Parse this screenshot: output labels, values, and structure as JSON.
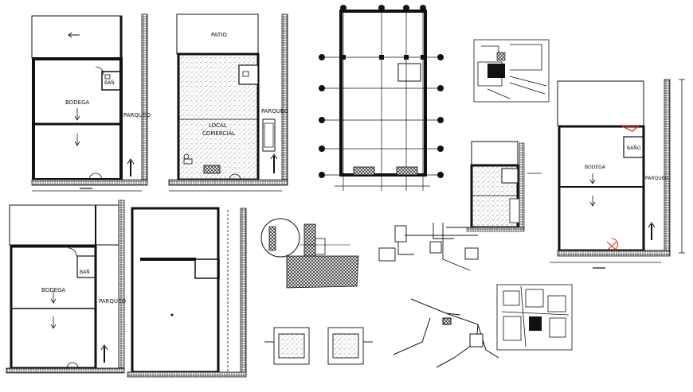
{
  "drawing": {
    "labels": {
      "plan1_bodega": "BODEGA",
      "plan1_bano": "BAÑ",
      "plan1_parqueo": "PARQUEO",
      "plan2_patio": "PATIO",
      "plan2_local": "LOCAL",
      "plan2_comercial": "COMERCIAL",
      "plan2_parqueo": "PARQUEO",
      "plan3_bodega": "BODEGA",
      "plan3_bano": "BAÑ",
      "plan3_parqueo": "PARQUEO",
      "plan4_bodega": "BODEGA",
      "plan4_bano": "BAÑO",
      "plan4_parqueo": "PARQUEO"
    }
  }
}
